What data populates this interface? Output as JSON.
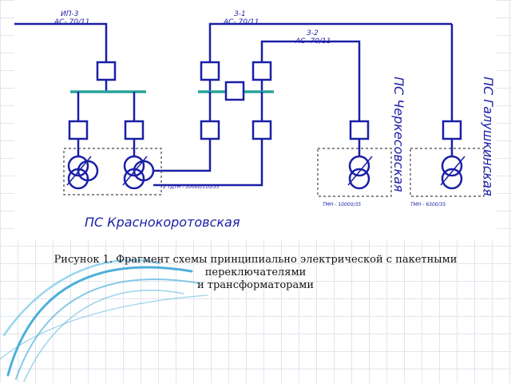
{
  "colors": {
    "line": "#1a1fa6",
    "bus": "#2aa39a",
    "dashed": "#444444",
    "accent_swirl": "#3aa6d6"
  },
  "lines": {
    "ip3": {
      "name": "ИП-3",
      "cable": "АС- 70/11"
    },
    "z1": {
      "name": "З-1",
      "cable": "АС- 70/11"
    },
    "z2": {
      "name": "З-2",
      "cable": "АС- 70/11"
    }
  },
  "substations": {
    "main": {
      "name": "ПС Краснокоротовская",
      "transformer": "2 ТДТН - 10000/110/35"
    },
    "cherkesovskaya": {
      "name": "ПС Черкесовская",
      "transformer": "ТМН - 10000/35"
    },
    "galushkinskaya": {
      "name": "ПС Галушкинская",
      "transformer": "ТМН - 6300/35"
    }
  },
  "caption": {
    "line1": "Рисунок 1. Фрагмент схемы принципиально электрической с пакетными переключателями",
    "line2": "и трансформаторами"
  }
}
